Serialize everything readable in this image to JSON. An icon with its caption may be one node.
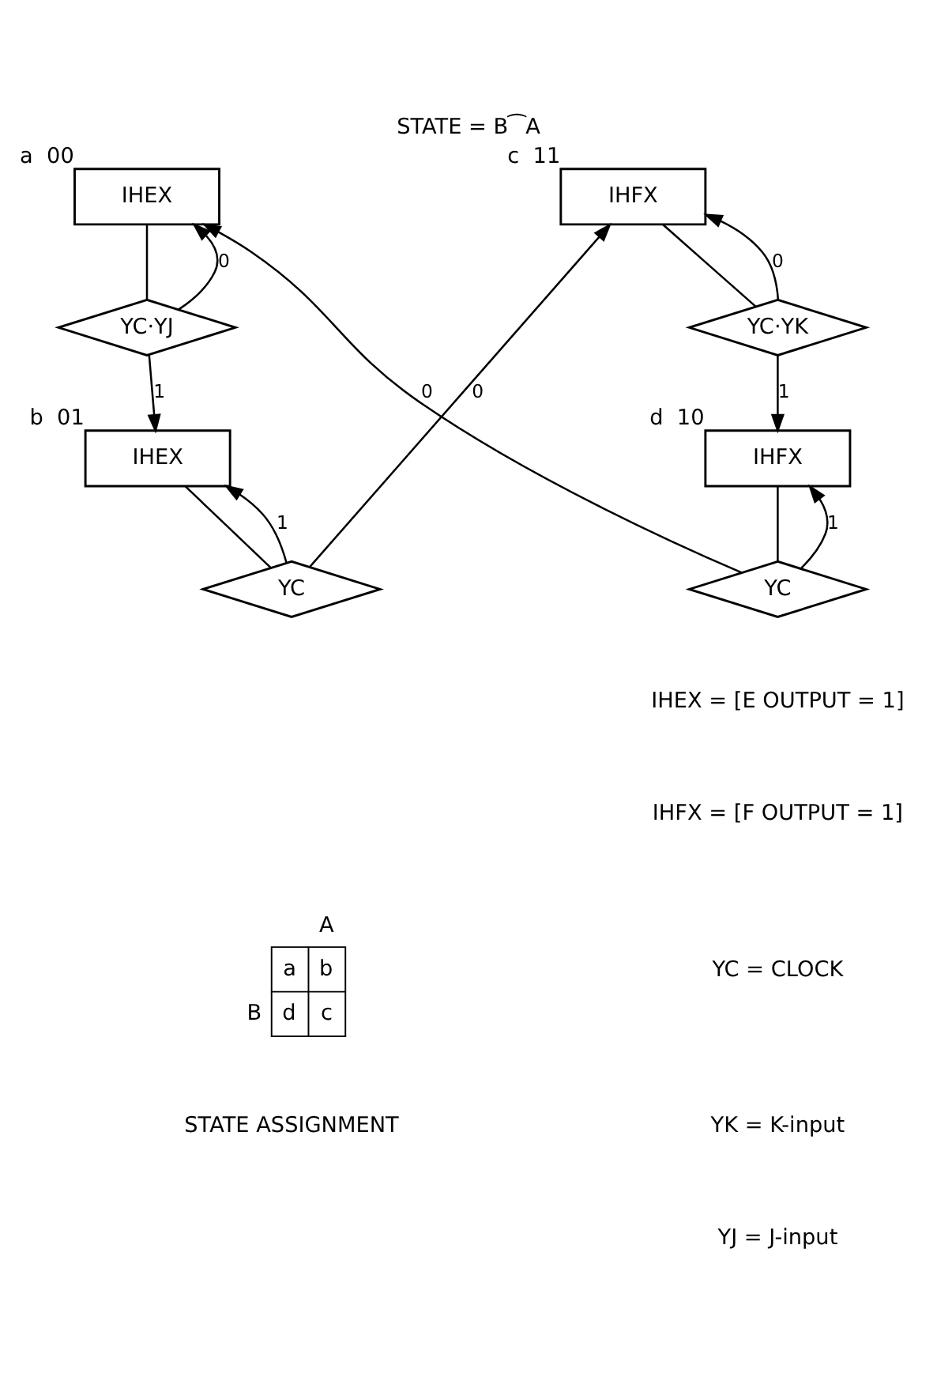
{
  "diagram": {
    "title": "STATE = B⁀A",
    "nodes": [
      {
        "text": [
          "IHEX"
        ],
        "beside": [
          "a",
          "00"
        ]
      },
      {
        "text": [
          "YC·YJ"
        ]
      },
      {
        "text": [
          "IHEX"
        ],
        "beside": [
          "b",
          "01"
        ]
      },
      {
        "text": [
          "YC"
        ]
      },
      {
        "text": [
          "IHFX"
        ],
        "beside": [
          "c",
          "11"
        ]
      },
      {
        "text": [
          "YC·YK"
        ]
      },
      {
        "text": [
          "IHFX"
        ],
        "beside": [
          "d",
          "10"
        ]
      },
      {
        "text": [
          "YC"
        ]
      }
    ],
    "edges": [
      {
        "from": 0,
        "to": 1,
        "arrow": "none"
      },
      {
        "from": 1,
        "to": 0,
        "arrow": "to",
        "label": "0"
      },
      {
        "from": 1,
        "to": 2,
        "arrow": "to",
        "label": "1"
      },
      {
        "from": 2,
        "to": 3,
        "arrow": "none"
      },
      {
        "from": 3,
        "to": 2,
        "arrow": "to",
        "label": "1"
      },
      {
        "from": 3,
        "to": 4,
        "arrow": "to",
        "label": "0"
      },
      {
        "from": 4,
        "to": 5,
        "arrow": "none"
      },
      {
        "from": 5,
        "to": 4,
        "arrow": "to",
        "label": "0"
      },
      {
        "from": 5,
        "to": 6,
        "arrow": "to",
        "label": "1"
      },
      {
        "from": 6,
        "to": 7,
        "arrow": "none"
      },
      {
        "from": 7,
        "to": 6,
        "arrow": "to",
        "label": "1"
      },
      {
        "from": 7,
        "to": 0,
        "arrow": "to",
        "label": "0"
      }
    ],
    "labels": [
      "IHEX = [E OUTPUT = 1]",
      "IHFX = [F OUTPUT = 1]",
      "YC = CLOCK",
      "YK = K-input",
      "YJ = J-input",
      "A",
      "a",
      "b",
      "B",
      "d",
      "c",
      "STATE ASSIGNMENT"
    ]
  }
}
